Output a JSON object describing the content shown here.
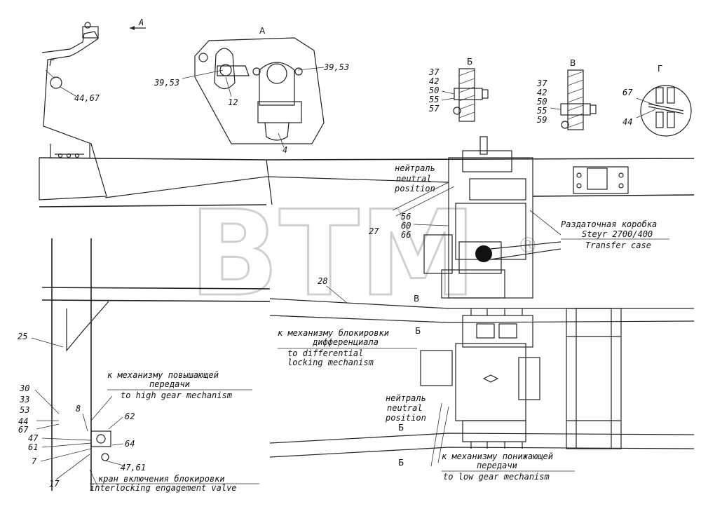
{
  "watermark": {
    "text": "BTM",
    "registered": "®"
  },
  "views": {
    "a_arrow": "A",
    "a_title": "A",
    "b_title": "Б",
    "v_title": "В",
    "g_title": "Г",
    "g_main": "Г",
    "b_top": "В",
    "b_mid": "Б",
    "b_bot": "Б"
  },
  "parts": {
    "p4467": "44,67",
    "p3953_left": "39,53",
    "p3953_right": "39,53",
    "p12": "12",
    "p4": "4",
    "b_37": "37",
    "b_42": "42",
    "b_50": "50",
    "b_55": "55",
    "b_57": "57",
    "v_37": "37",
    "v_42": "42",
    "v_50": "50",
    "v_55": "55",
    "v_59": "59",
    "g_67": "67",
    "g_44": "44",
    "p27": "27",
    "p56": "56",
    "p60": "60",
    "p66": "66",
    "p28": "28",
    "p25": "25",
    "p30": "30",
    "p33": "33",
    "p53": "53",
    "p44": "44",
    "p67": "67",
    "p47": "47",
    "p61": "61",
    "p7": "7",
    "p17": "17",
    "p8": "8",
    "p62": "62",
    "p64": "64",
    "p4761": "47,61"
  },
  "labels": {
    "neutral_top_ru": "нейтраль",
    "neutral_top_en1": "neutral",
    "neutral_top_en2": "position",
    "transfer_ru": "Раздаточная коробка",
    "transfer_model": "Steyr 2700/400",
    "transfer_en": "Transfer case",
    "diff_ru1": "к механизму блокировки",
    "diff_ru2": "дифференциала",
    "diff_en1": "to differential",
    "diff_en2": "locking mechanism",
    "high_ru1": "к механизму повышающей",
    "high_ru2": "передачи",
    "high_en": "to high gear mechanism",
    "neutral_bot_ru": "нейтраль",
    "neutral_bot_en1": "neutral",
    "neutral_bot_en2": "position",
    "low_ru1": "к механизму понижающей",
    "low_ru2": "передачи",
    "low_en": "to low gear mechanism",
    "valve_ru": "кран включения блокировки",
    "valve_en": "interlocking engagement valve"
  }
}
